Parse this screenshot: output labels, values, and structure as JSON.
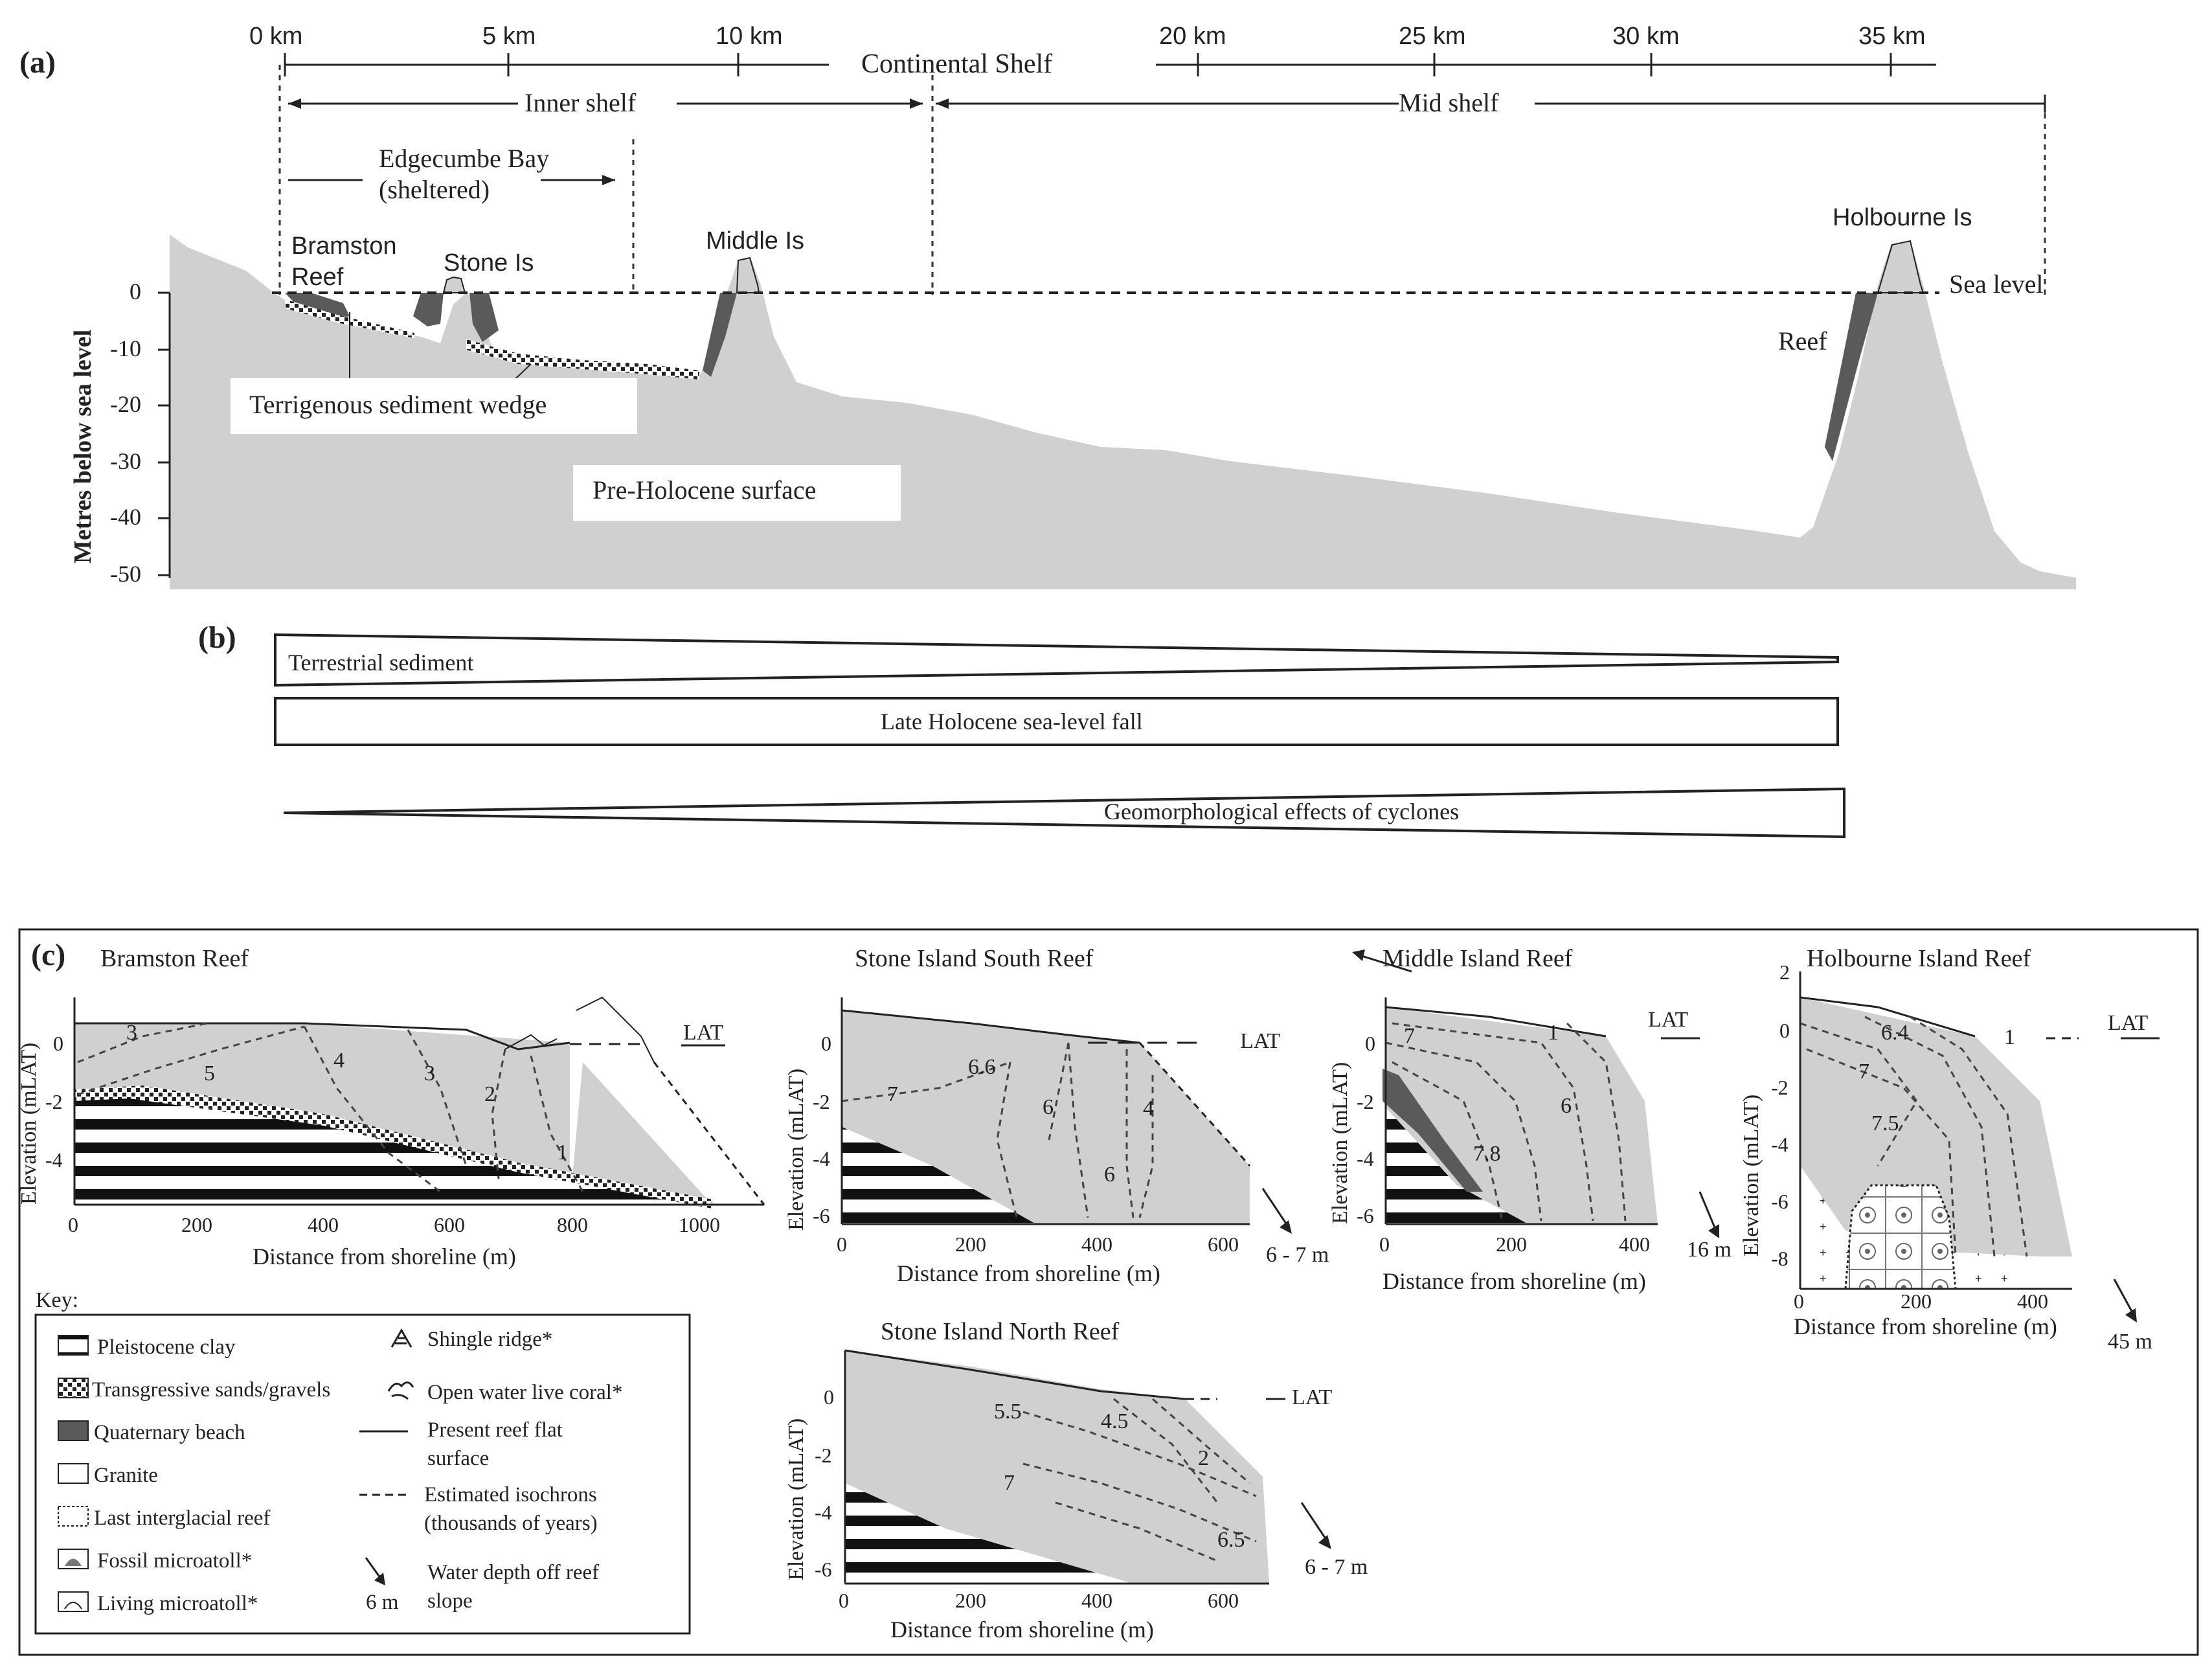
{
  "colors": {
    "surface": "#d0d0d0",
    "reef": "#5a5a5a",
    "ink": "#222222",
    "white_box": "#ffffff"
  },
  "panel_a": {
    "label": "(a)",
    "km_ticks": [
      "0 km",
      "5 km",
      "10 km",
      "20 km",
      "25 km",
      "30 km",
      "35 km"
    ],
    "continental_shelf": "Continental Shelf",
    "inner_shelf": "Inner shelf",
    "mid_shelf": "Mid shelf",
    "bay_line1": "Edgecumbe Bay",
    "bay_line2": "(sheltered)",
    "bramston_line1": "Bramston",
    "bramston_line2": "Reef",
    "stone_is": "Stone Is",
    "middle_is": "Middle Is",
    "holbourne_is": "Holbourne Is",
    "sea_level": "Sea level",
    "reef": "Reef",
    "y_axis_label": "Metres below sea level",
    "y_ticks": [
      "0",
      "-10",
      "-20",
      "-30",
      "-40",
      "-50"
    ],
    "terrigenous": "Terrigenous sediment wedge",
    "pre_holocene": "Pre-Holocene surface"
  },
  "panel_b": {
    "label": "(b)",
    "bar1": "Terrestrial sediment",
    "bar2": "Late Holocene sea-level fall",
    "bar3": "Geomorphological effects of cyclones"
  },
  "panel_c": {
    "label": "(c)",
    "lat": "LAT",
    "y_axis_label": "Elevation (mLAT)",
    "x_axis_label": "Distance from shoreline (m)",
    "bramston": {
      "title": "Bramston Reef",
      "y_ticks": [
        "0",
        "-2",
        "-4"
      ],
      "x_ticks": [
        "0",
        "200",
        "400",
        "600",
        "800",
        "1000"
      ],
      "isochrons": [
        "3",
        "5",
        "4",
        "3",
        "2",
        "1"
      ]
    },
    "stone_south": {
      "title": "Stone Island South Reef",
      "y_ticks": [
        "0",
        "-2",
        "-4",
        "-6"
      ],
      "x_ticks": [
        "0",
        "200",
        "400",
        "600"
      ],
      "isochrons": [
        "7",
        "6.6",
        "6",
        "4",
        "6"
      ],
      "depth": "6 - 7 m"
    },
    "middle": {
      "title": "Middle Island Reef",
      "y_ticks": [
        "0",
        "-2",
        "-4",
        "-6"
      ],
      "x_ticks": [
        "0",
        "200",
        "400"
      ],
      "isochrons": [
        "7",
        "1",
        "6",
        "7.8"
      ],
      "depth": "16 m"
    },
    "holbourne": {
      "title": "Holbourne Island Reef",
      "y_ticks": [
        "2",
        "0",
        "-2",
        "-4",
        "-6",
        "-8"
      ],
      "x_ticks": [
        "0",
        "200",
        "400"
      ],
      "isochrons": [
        "6.4",
        "1",
        "7",
        "7.5"
      ],
      "depth": "45 m"
    },
    "stone_north": {
      "title": "Stone Island North Reef",
      "y_ticks": [
        "0",
        "-2",
        "-4",
        "-6"
      ],
      "x_ticks": [
        "0",
        "200",
        "400",
        "600"
      ],
      "isochrons": [
        "5.5",
        "4.5",
        "2",
        "7",
        "6.5"
      ],
      "depth": "6 - 7 m"
    },
    "key": {
      "title": "Key:",
      "items_left": [
        "Pleistocene clay",
        "Transgressive sands/gravels",
        "Quaternary beach",
        "Granite",
        "Last interglacial reef",
        "Fossil microatoll*",
        "Living microatoll*"
      ],
      "shingle": "Shingle ridge*",
      "open_coral": "Open water live coral*",
      "present_line1": "Present reef flat",
      "present_line2": "surface",
      "isochron_line1": "Estimated isochrons",
      "isochron_line2": "(thousands of years)",
      "water_line1": "Water depth off reef",
      "water_line2": "slope",
      "water_example": "6 m"
    }
  }
}
